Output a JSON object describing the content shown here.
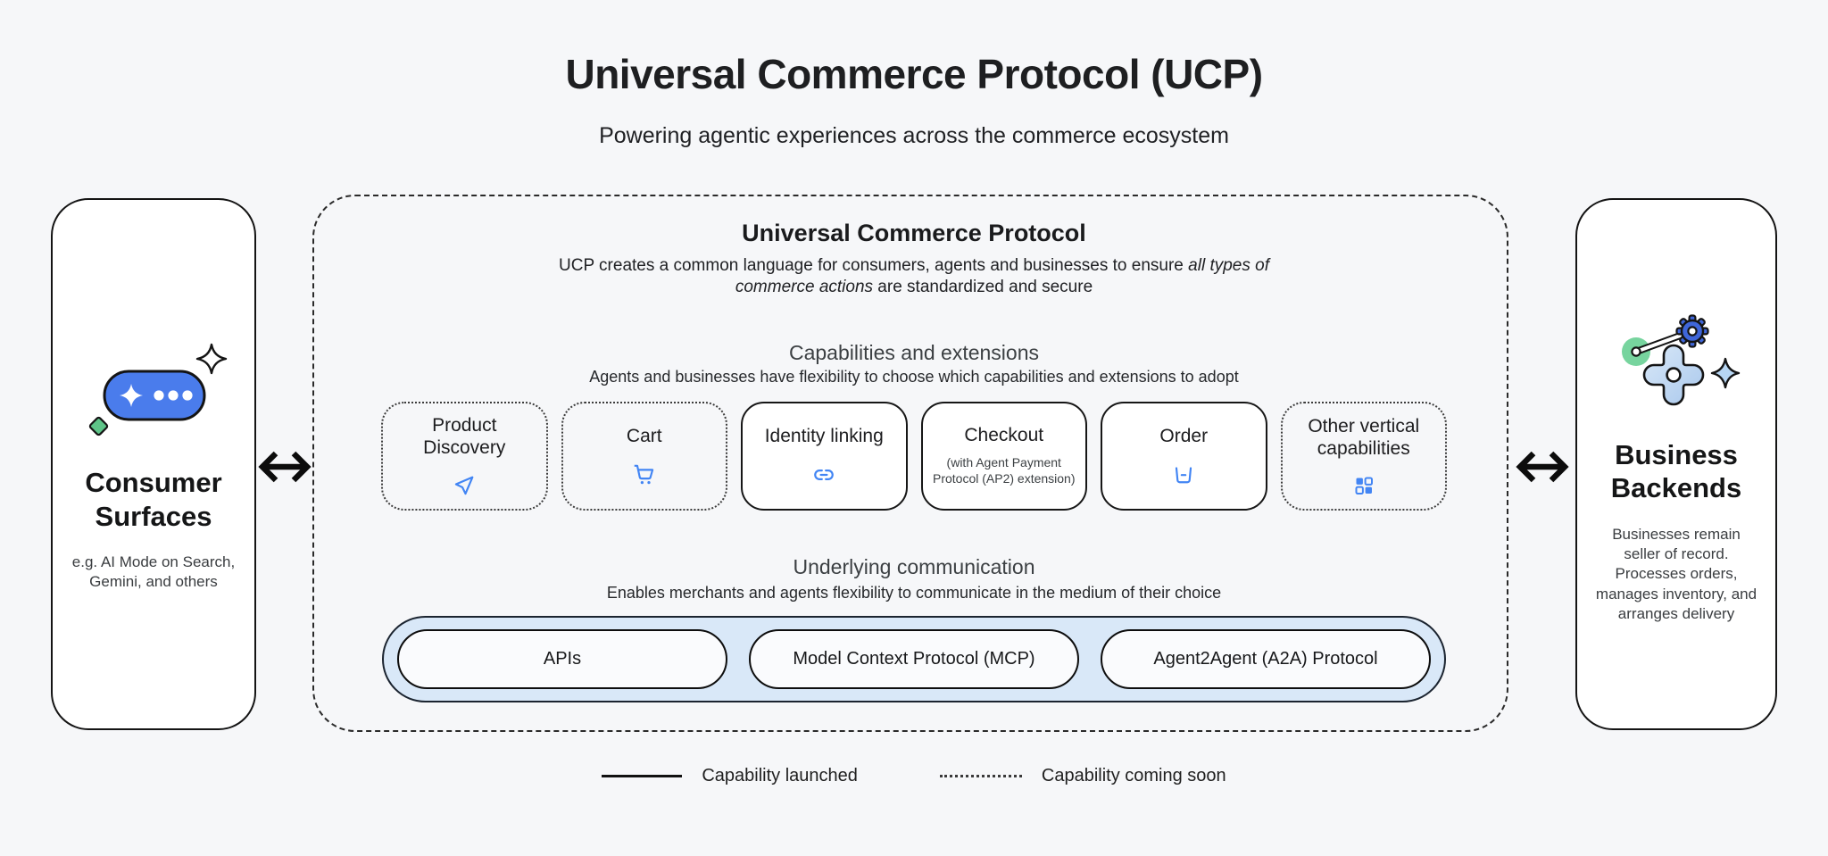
{
  "page": {
    "title": "Universal Commerce Protocol (UCP)",
    "subtitle": "Powering agentic experiences across the commerce ecosystem",
    "background_color": "#f6f7f9"
  },
  "left_panel": {
    "icon": "gemini-chat-pill-icon",
    "title": "Consumer Surfaces",
    "caption": "e.g. AI Mode on Search, Gemini, and others"
  },
  "right_panel": {
    "icon": "gears-automation-icon",
    "title": "Business Backends",
    "caption": "Businesses remain seller of record. Processes orders, manages inventory, and arranges delivery"
  },
  "ucp_box": {
    "title": "Universal Commerce Protocol",
    "description": {
      "before_italic": "UCP creates a common language for consumers, agents and businesses to ensure ",
      "italic": "all types of commerce actions",
      "after_italic": " are standardized and secure"
    },
    "capabilities": {
      "heading": "Capabilities and extensions",
      "subheading": "Agents and businesses have flexibility to choose which capabilities and extensions to adopt",
      "cards": [
        {
          "label": "Product Discovery",
          "icon": "navigation-arrow-icon",
          "status": "coming-soon"
        },
        {
          "label": "Cart",
          "icon": "shopping-cart-icon",
          "status": "coming-soon"
        },
        {
          "label": "Identity linking",
          "icon": "link-icon",
          "status": "launched"
        },
        {
          "label": "Checkout",
          "sublabel": "(with Agent Payment Protocol (AP2) extension)",
          "status": "launched"
        },
        {
          "label": "Order",
          "icon": "order-box-icon",
          "status": "launched"
        },
        {
          "label": "Other vertical capabilities",
          "icon": "grid-icon",
          "status": "coming-soon"
        }
      ]
    },
    "communication": {
      "heading": "Underlying communication",
      "subheading": "Enables merchants and agents flexibility to communicate in the medium of their choice",
      "pills": [
        "APIs",
        "Model Context Protocol (MCP)",
        "Agent2Agent (A2A) Protocol"
      ],
      "band_color": "#d9e8f8"
    }
  },
  "legend": {
    "launched_label": "Capability launched",
    "coming_soon_label": "Capability coming soon"
  },
  "colors": {
    "icon_blue": "#4285f4",
    "pill_blue": "#4a7cec",
    "gear_blue": "#3f66d9",
    "light_blue": "#bdd8f4",
    "green": "#5ec488",
    "ink": "#1f1f1f"
  }
}
